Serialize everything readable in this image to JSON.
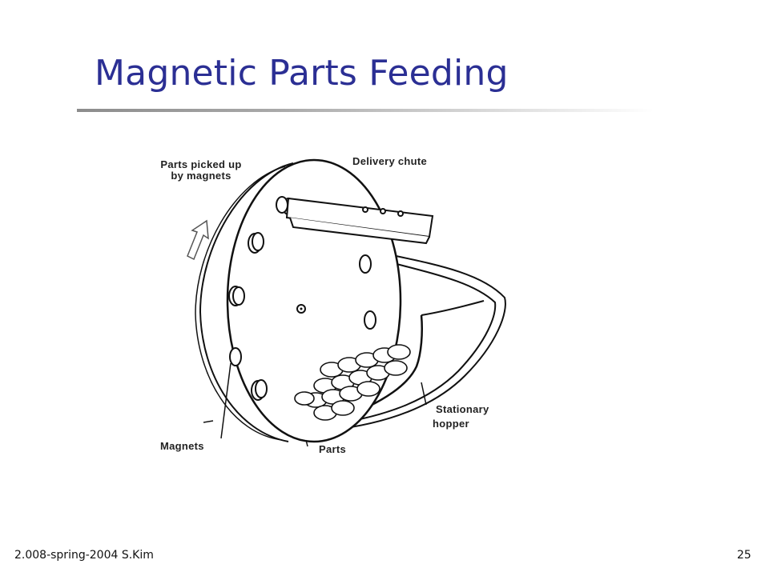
{
  "slide": {
    "title": "Magnetic Parts Feeding",
    "footer_left": "2.008-spring-2004 S.Kim",
    "page_number": "25"
  },
  "diagram": {
    "labels": {
      "parts_picked_up_line1": "Parts picked up",
      "parts_picked_up_line2": "by magnets",
      "delivery_chute": "Delivery chute",
      "stationary_hopper_line1": "Stationary",
      "stationary_hopper_line2": "hopper",
      "magnets": "Magnets",
      "parts": "Parts"
    }
  }
}
